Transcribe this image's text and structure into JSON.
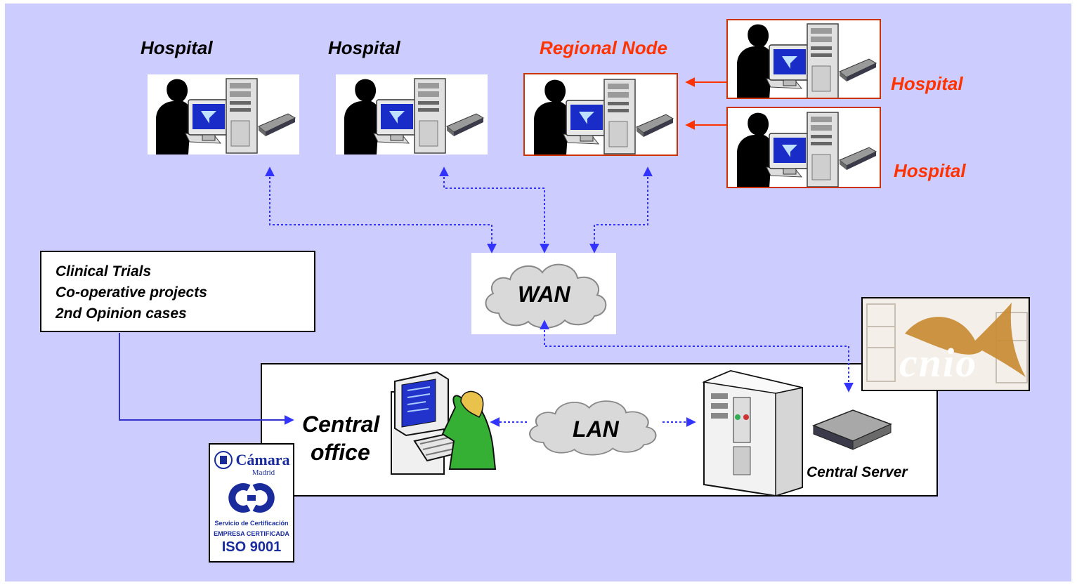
{
  "labels": {
    "hospital_1": "Hospital",
    "hospital_2": "Hospital",
    "regional_node": "Regional Node",
    "hospital_right_1": "Hospital",
    "hospital_right_2": "Hospital",
    "wan": "WAN",
    "lan": "LAN",
    "central_office_line1": "Central",
    "central_office_line2": "office",
    "central_server": "Central Server"
  },
  "notes_box": {
    "lines": [
      "Clinical Trials",
      "Co-operative projects",
      "2nd Opinion cases"
    ]
  },
  "iso_badge": {
    "org": "Cámara",
    "city": "Madrid",
    "service": "Servicio de Certificación",
    "certified": "EMPRESA CERTIFICADA",
    "standard": "ISO 9001"
  },
  "cnio_logo": {
    "text": "cnio"
  },
  "colors": {
    "background": "#ccccff",
    "accent_red": "#ff3300",
    "link_blue": "#3333ff",
    "solid_line_blue": "#3333cc"
  }
}
